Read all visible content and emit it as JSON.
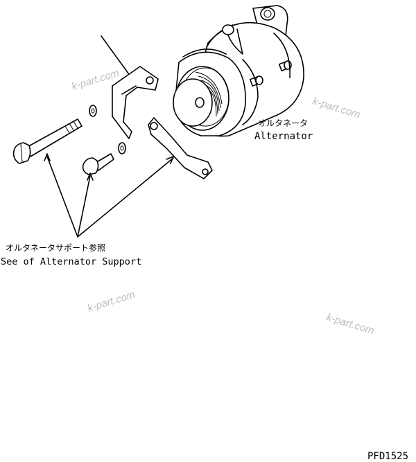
{
  "labels": {
    "alternator_jp": "オルタネータ",
    "alternator_en": "Alternator",
    "support_jp": "オルタネータサポート参照",
    "support_en": "See of Alternator Support",
    "figure_code": "PFD1525"
  },
  "watermarks": [
    "k-part.com",
    "k-part.com",
    "k-part.com",
    "k-part.com"
  ],
  "colors": {
    "line": "#000000",
    "watermark": "#bdbdbd",
    "background": "#ffffff"
  }
}
